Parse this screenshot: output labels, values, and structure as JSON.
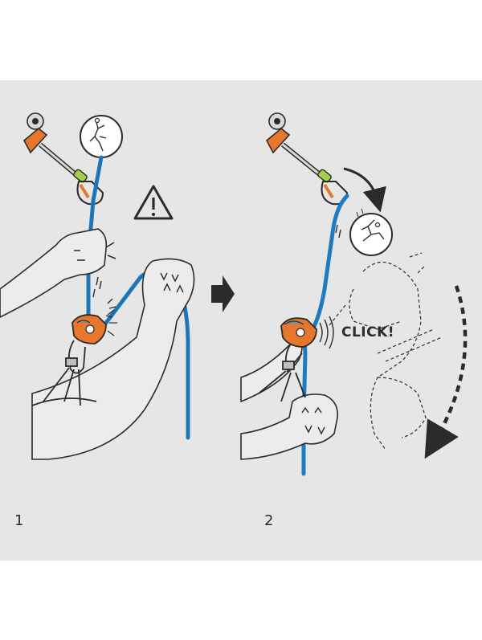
{
  "steps": [
    {
      "number": "1"
    },
    {
      "number": "2"
    }
  ],
  "click_text": "CLICK!",
  "colors": {
    "background": "#e6e6e6",
    "rope": "#1f7bc1",
    "device": "#e8762c",
    "carabiner_lock": "#a3cf4b",
    "outline": "#2b2b2b"
  },
  "icons": [
    "warning-icon",
    "climber-icon",
    "falling-climber-icon",
    "arrow-right-icon",
    "curved-arrow-icon",
    "fall-path-arrow-icon"
  ]
}
